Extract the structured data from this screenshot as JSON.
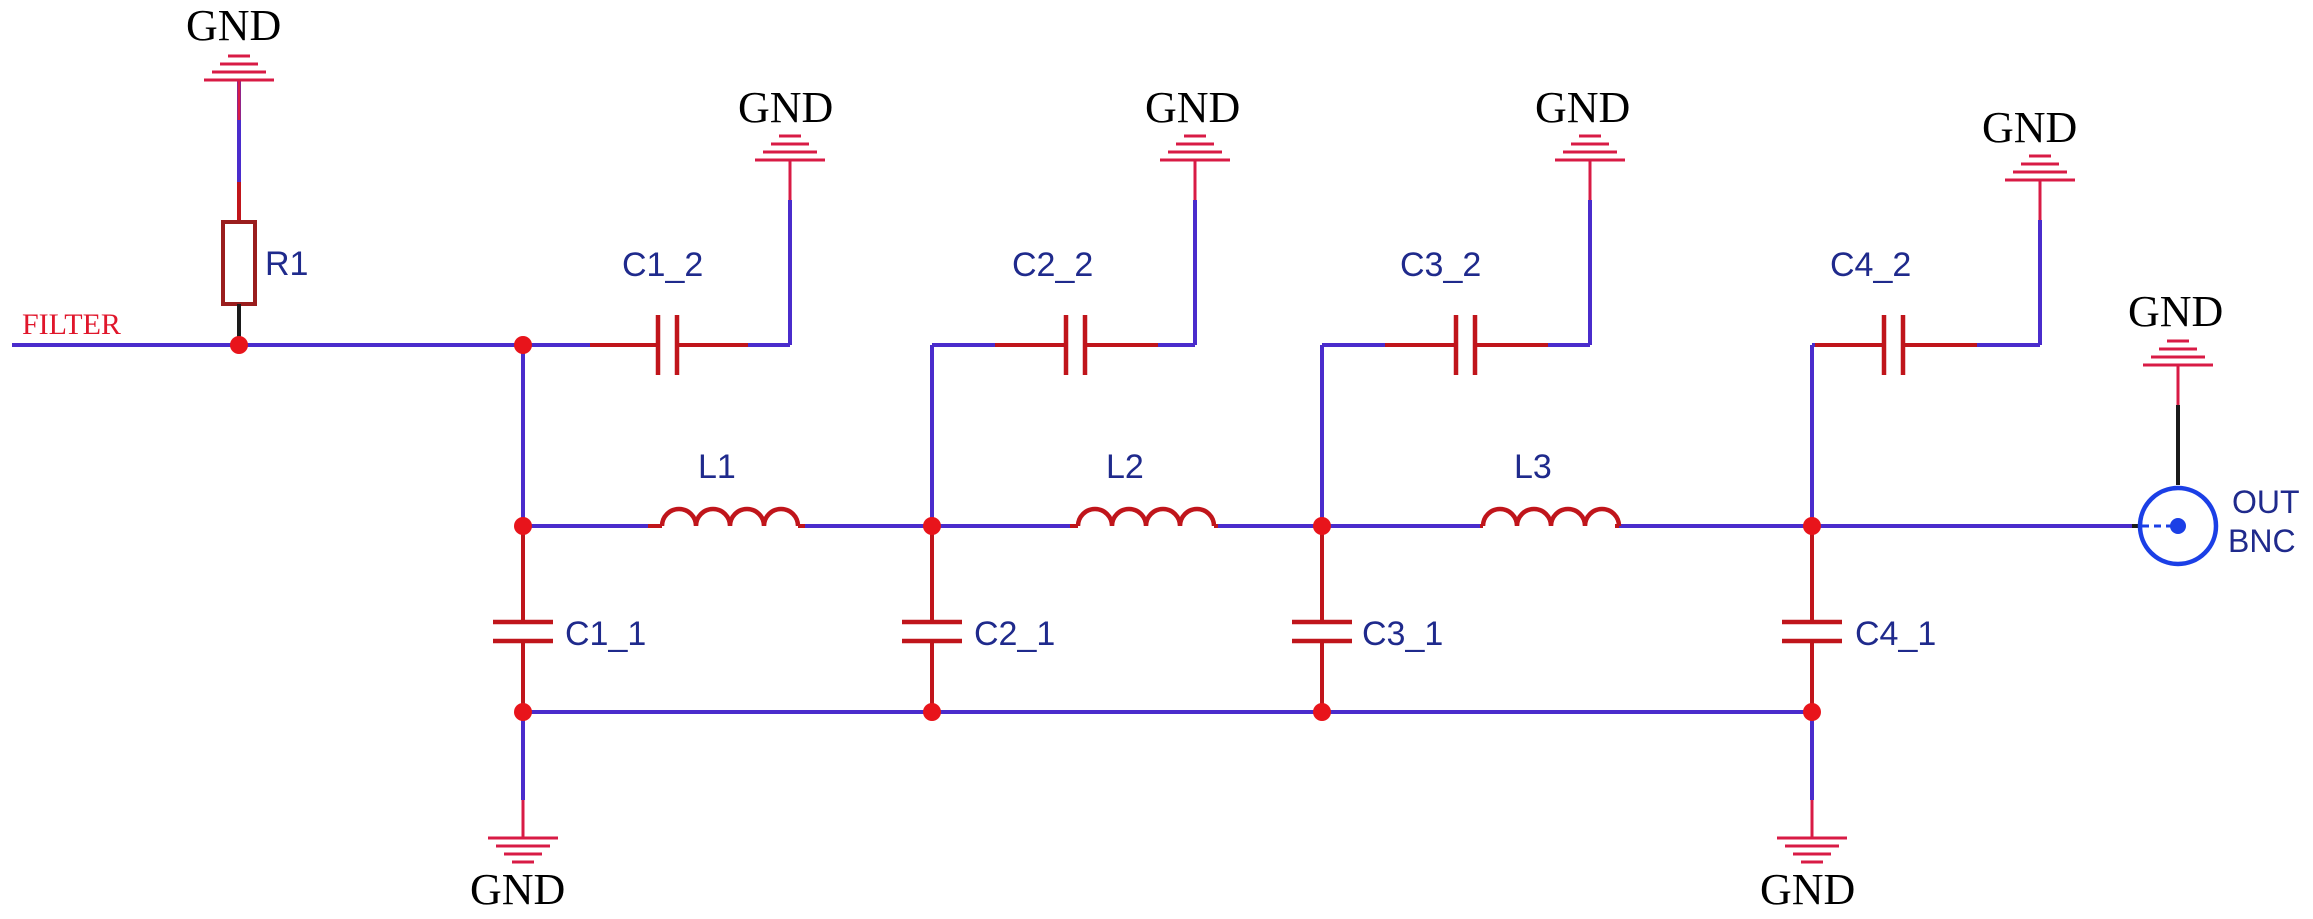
{
  "gnd_label": "GND",
  "input_net": "FILTER",
  "connector": {
    "pin": "OUT",
    "type": "BNC"
  },
  "components": {
    "R1": "R1",
    "C1_2": "C1_2",
    "C2_2": "C2_2",
    "C3_2": "C3_2",
    "C4_2": "C4_2",
    "L1": "L1",
    "L2": "L2",
    "L3": "L3",
    "C1_1": "C1_1",
    "C2_1": "C2_1",
    "C3_1": "C3_1",
    "C4_1": "C4_1"
  },
  "colors": {
    "wire": "#4a2ccc",
    "component": "#c0151b",
    "junction": "#e8141b",
    "ground": "#d81b45",
    "connector": "#1b3fe6"
  }
}
